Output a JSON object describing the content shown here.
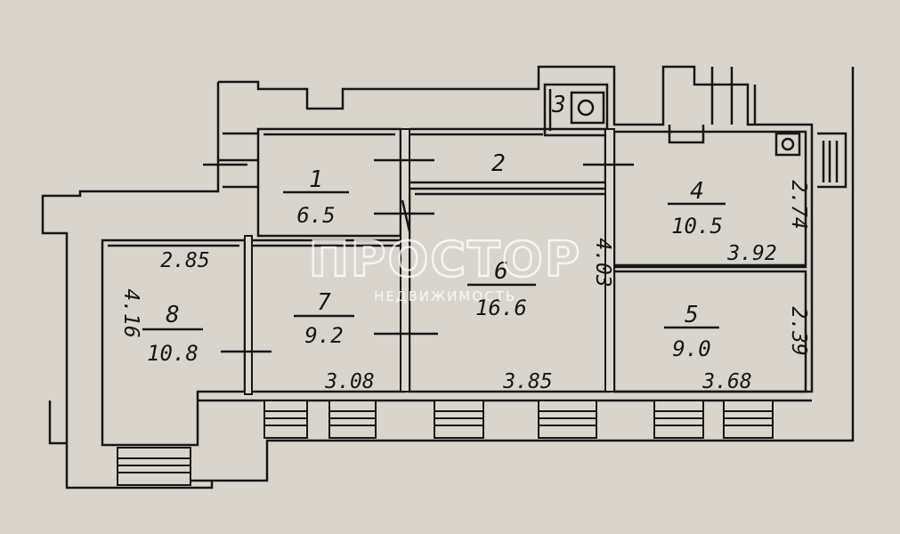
{
  "rooms": [
    {
      "number": "1",
      "area": "6.5"
    },
    {
      "number": "2",
      "area": ""
    },
    {
      "number": "3",
      "area": ""
    },
    {
      "number": "4",
      "area": "10.5"
    },
    {
      "number": "5",
      "area": "9.0"
    },
    {
      "number": "6",
      "area": "16.6"
    },
    {
      "number": "7",
      "area": "9.2"
    },
    {
      "number": "8",
      "area": "10.8"
    }
  ],
  "dimensions": {
    "room8_width": "2.85",
    "room8_height": "4.16",
    "room7_width": "3.08",
    "room6_width": "3.85",
    "room6_height": "4.03",
    "room4_width": "3.92",
    "room4_height": "2.74",
    "room5_width": "3.68",
    "room5_height": "2.39"
  },
  "watermark": {
    "title": "ПРОСТОР",
    "subtitle": "НЕДВИЖИМОСТЬ"
  },
  "colors": {
    "paper": "#d9d5cc",
    "ink": "#161616",
    "wall_fill": "#dcd8cf"
  }
}
